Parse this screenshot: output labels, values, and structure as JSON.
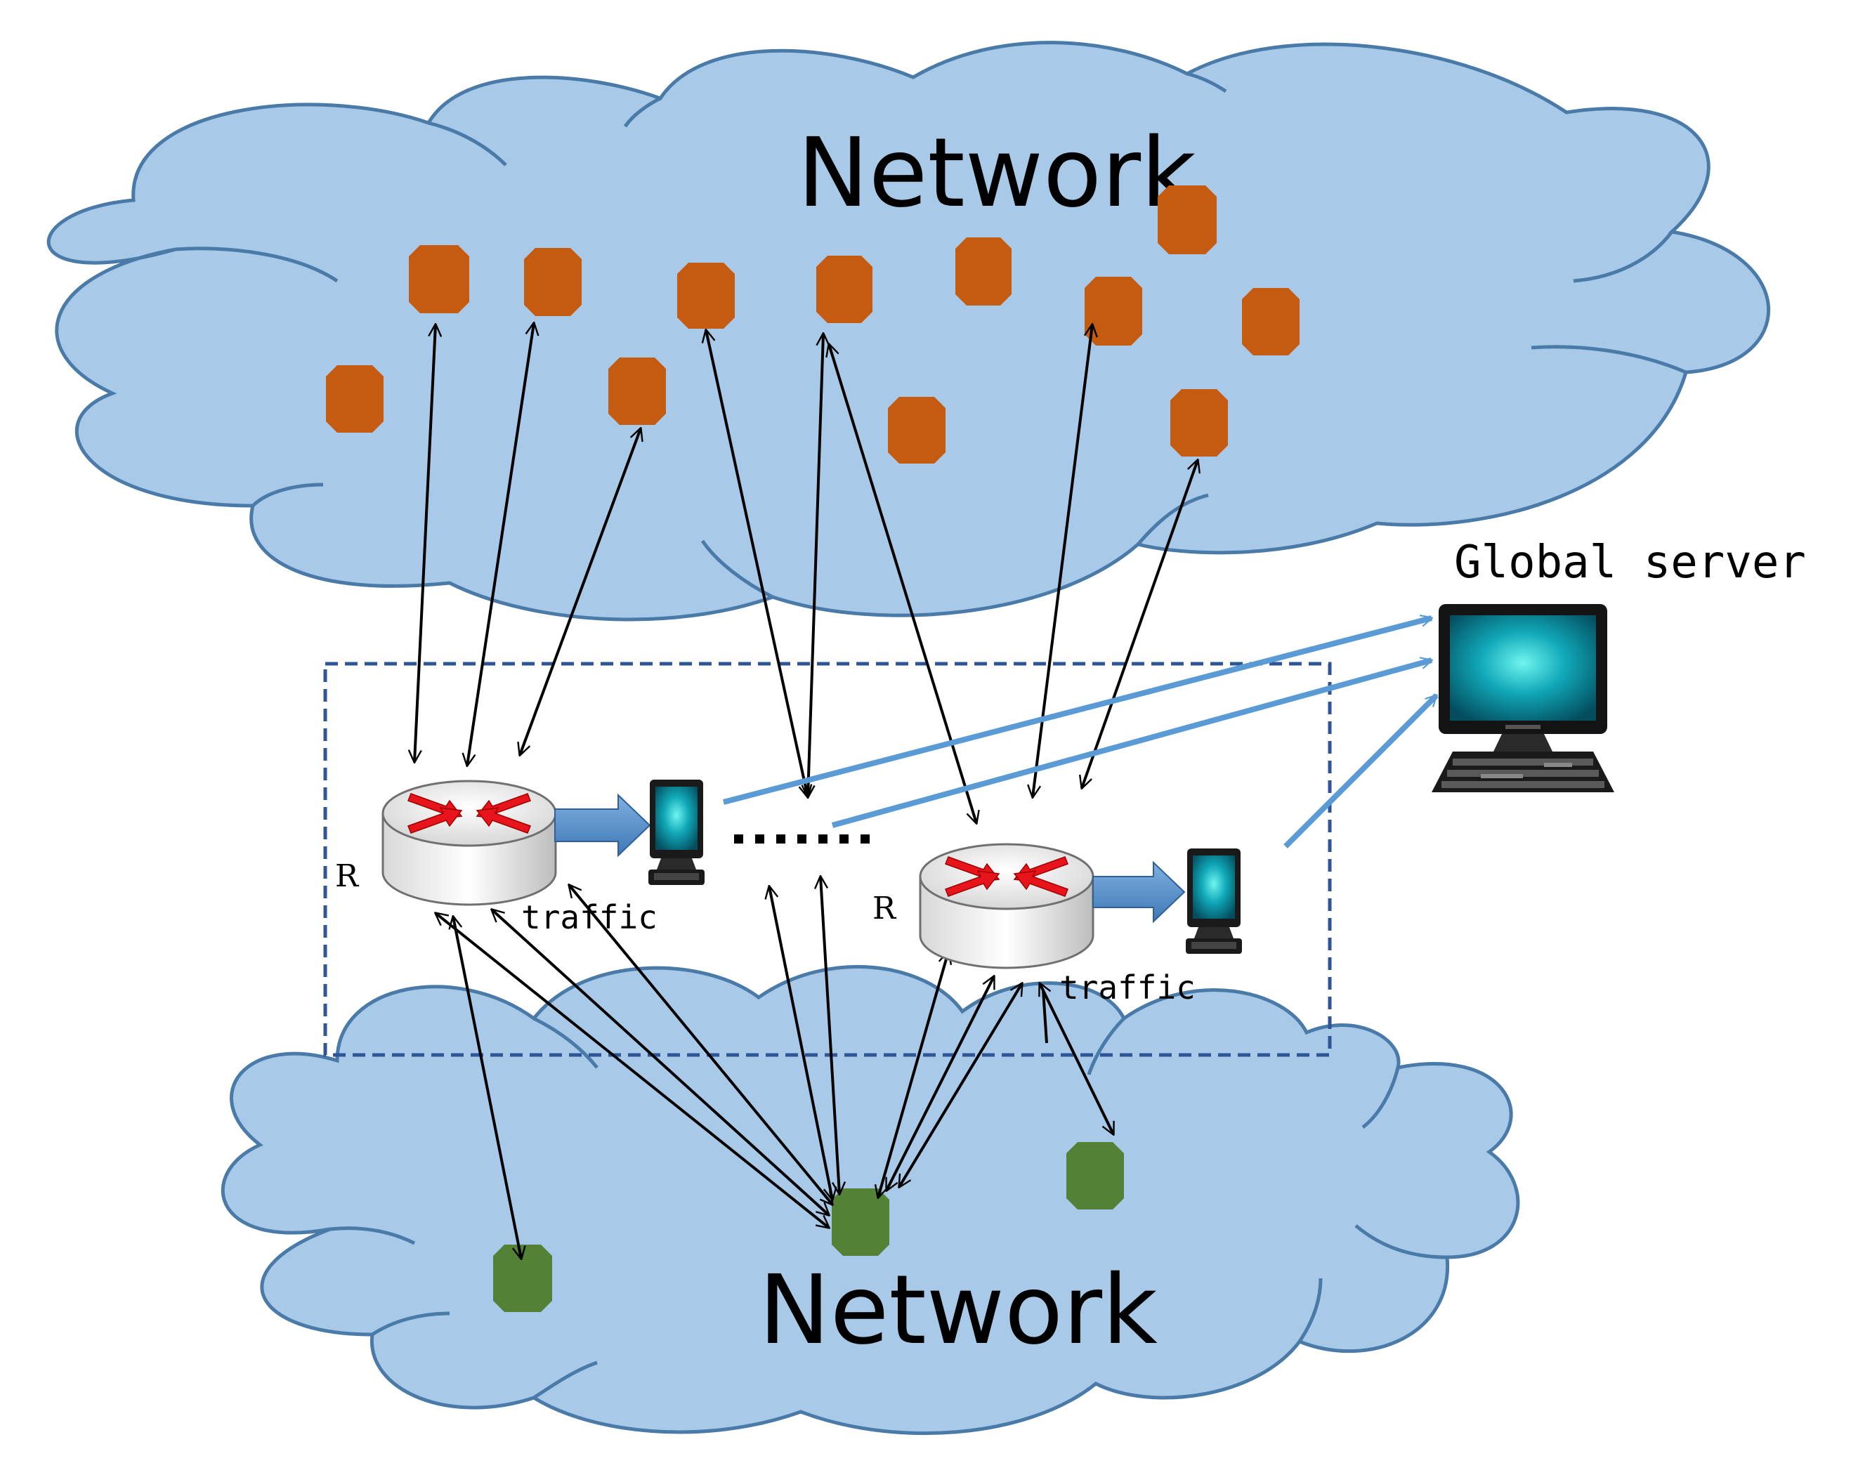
{
  "labels": {
    "top_cloud": "Network",
    "bottom_cloud": "Network",
    "global_server": "Global server",
    "router_left": "R",
    "router_right": "R",
    "traffic_left": "traffic",
    "traffic_right": "traffic"
  },
  "colors": {
    "cloud_fill": "#a9c9e8",
    "cloud_stroke": "#4a7aa7",
    "top_node": "#c55a11",
    "bottom_node": "#538135",
    "blue_arrow": "#5b9bd5",
    "router_arrow": "#e8141b",
    "domain_box": "#2f5597"
  },
  "icons": {
    "router": "router-icon",
    "monitor": "monitor-icon",
    "server": "server-icon"
  }
}
